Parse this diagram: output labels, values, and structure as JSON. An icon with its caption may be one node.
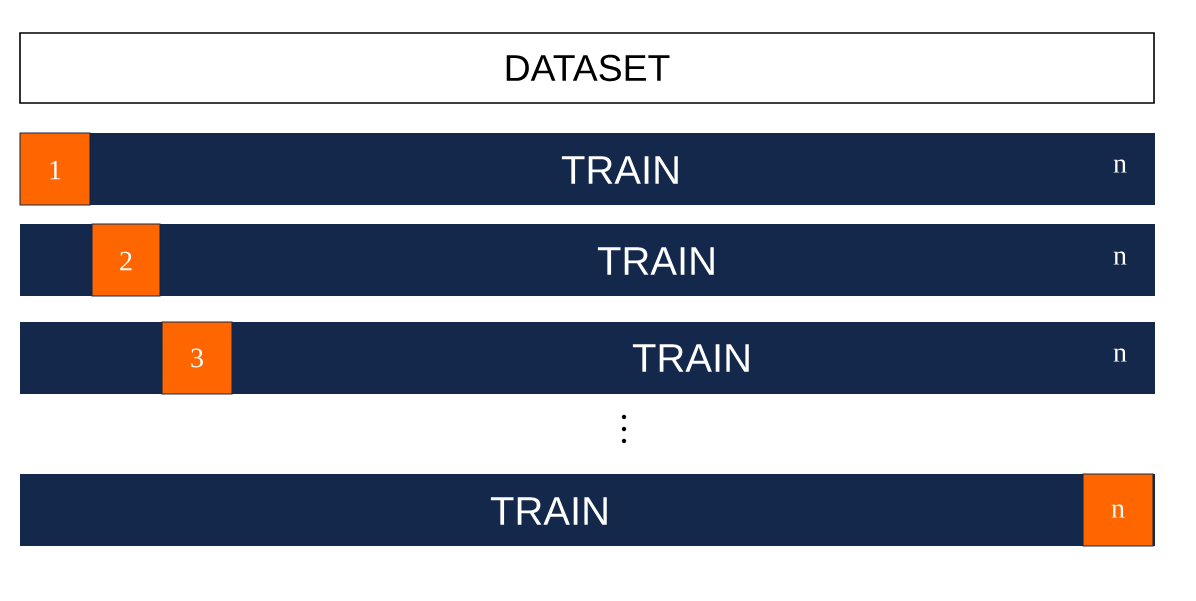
{
  "diagram": {
    "nodes": [
      {
        "text": [
          "DATASET"
        ]
      },
      {
        "text": [
          "TRAIN",
          "n"
        ]
      },
      {
        "text": [
          "1"
        ],
        "in": 1
      },
      {
        "text": [
          "TRAIN",
          "n"
        ]
      },
      {
        "text": [
          "2"
        ],
        "in": 3
      },
      {
        "text": [
          "TRAIN",
          "n"
        ]
      },
      {
        "text": [
          "3"
        ],
        "in": 5
      },
      {
        "text": [
          "TRAIN"
        ]
      },
      {
        "text": [
          "n"
        ],
        "in": 7
      }
    ]
  }
}
